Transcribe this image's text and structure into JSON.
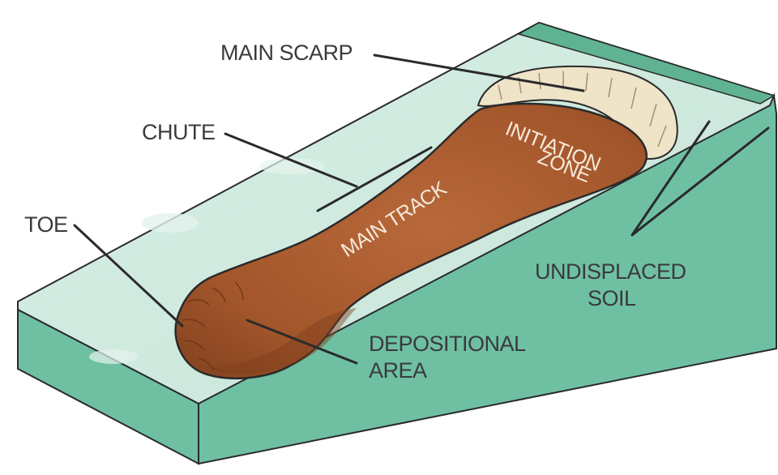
{
  "labels": {
    "main_scarp": "MAIN SCARP",
    "chute": "CHUTE",
    "toe": "TOE",
    "initiation_zone_line1": "INITIATION",
    "initiation_zone_line2": "ZONE",
    "main_track": "MAIN TRACK",
    "depositional_area_line1": "DEPOSITIONAL",
    "depositional_area_line2": "AREA",
    "undisplaced_soil_line1": "UNDISPLACED",
    "undisplaced_soil_line2": "SOIL"
  },
  "colors": {
    "slope_top": "#cfe9df",
    "slope_side": "#6fc0a2",
    "slope_edge": "#5fb292",
    "slide_body": "#a85a2e",
    "slide_shadow": "#7e3f1d",
    "scarp": "#efe3c8",
    "outline": "#2a2a2a"
  }
}
